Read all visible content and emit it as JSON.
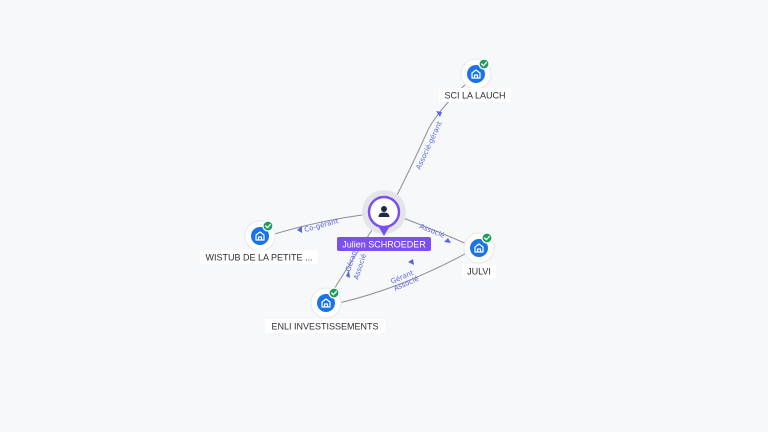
{
  "person": {
    "name": "Julien SCHROEDER",
    "icon": "person-icon",
    "accent": "#7b4ff0"
  },
  "companies": [
    {
      "id": "sci",
      "name": "SCI LA LAUCH",
      "icon": "building-icon",
      "status": "verified-check"
    },
    {
      "id": "wistub",
      "name": "WISTUB DE LA PETITE ...",
      "icon": "building-icon",
      "status": "verified-check"
    },
    {
      "id": "julvi",
      "name": "JULVI",
      "icon": "building-icon",
      "status": "verified-check"
    },
    {
      "id": "enli",
      "name": "ENLI INVESTISSEMENTS",
      "icon": "building-icon",
      "status": "verified-check"
    }
  ],
  "relations": {
    "sci": [
      "Associé-gérant"
    ],
    "wistub": [
      "Co-gérant"
    ],
    "julvi": [
      "Associé"
    ],
    "enli": [
      "Gérant",
      "Associé"
    ],
    "enli_julvi": [
      "Gérant",
      "Associé"
    ]
  },
  "colors": {
    "company": "#1a73e8",
    "verified": "#1e9e5a",
    "relation_text": "#5b63e6",
    "edge": "#8a8f99"
  }
}
